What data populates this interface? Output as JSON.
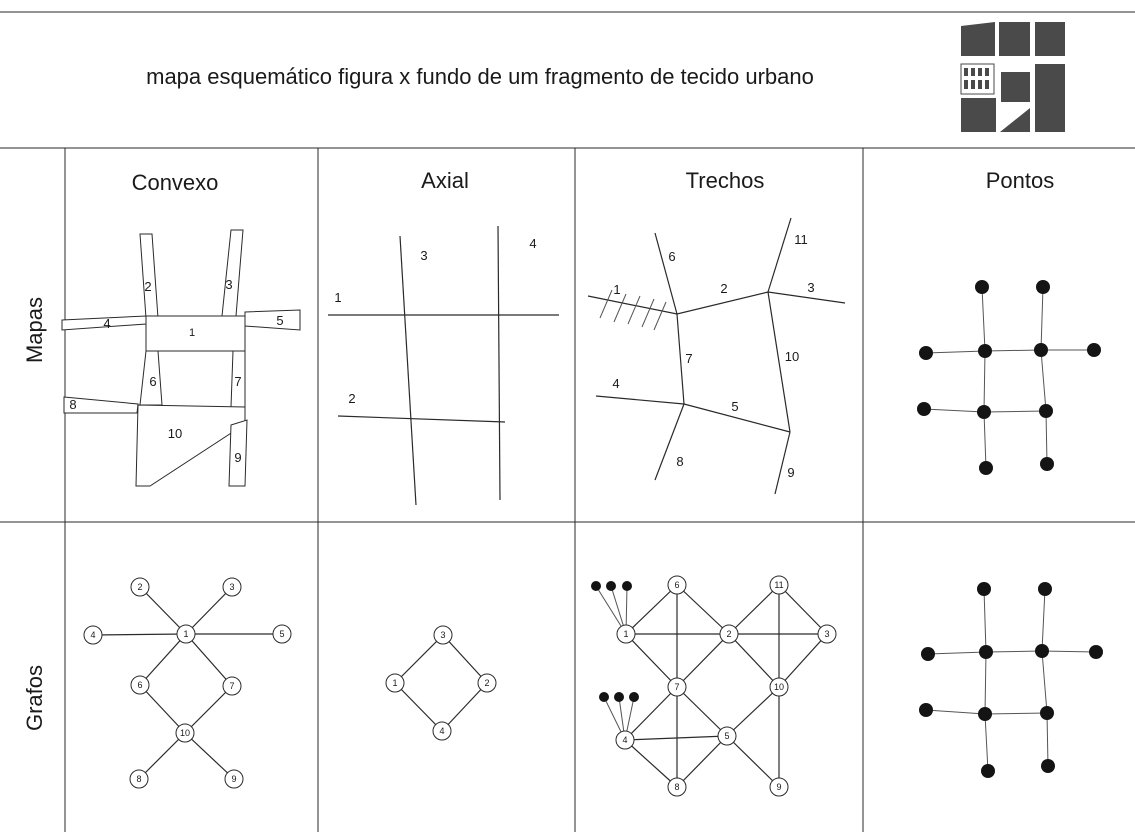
{
  "header": {
    "title": "mapa esquemático figura x fundo de um fragmento de tecido urbano"
  },
  "columns": [
    "Convexo",
    "Axial",
    "Trechos",
    "Pontos"
  ],
  "rows": [
    "Mapas",
    "Grafos"
  ],
  "convexo_map": {
    "spaces": [
      "1",
      "2",
      "3",
      "4",
      "5",
      "6",
      "7",
      "8",
      "9",
      "10"
    ]
  },
  "axial_map": {
    "lines": [
      "1",
      "2",
      "3",
      "4"
    ]
  },
  "trechos_map": {
    "segments": [
      "1",
      "2",
      "3",
      "4",
      "5",
      "6",
      "7",
      "8",
      "9",
      "10",
      "11"
    ]
  },
  "convexo_graph": {
    "nodes": [
      "1",
      "2",
      "3",
      "4",
      "5",
      "6",
      "7",
      "8",
      "9",
      "10"
    ],
    "edges": [
      [
        "1",
        "2"
      ],
      [
        "1",
        "3"
      ],
      [
        "1",
        "4"
      ],
      [
        "1",
        "5"
      ],
      [
        "1",
        "6"
      ],
      [
        "1",
        "7"
      ],
      [
        "6",
        "10"
      ],
      [
        "7",
        "10"
      ],
      [
        "10",
        "8"
      ],
      [
        "10",
        "9"
      ]
    ]
  },
  "axial_graph": {
    "nodes": [
      "1",
      "2",
      "3",
      "4"
    ],
    "edges": [
      [
        "1",
        "3"
      ],
      [
        "3",
        "2"
      ],
      [
        "2",
        "4"
      ],
      [
        "4",
        "1"
      ]
    ]
  },
  "trechos_graph": {
    "nodes": [
      "1",
      "2",
      "3",
      "4",
      "5",
      "6",
      "7",
      "8",
      "9",
      "10",
      "11"
    ],
    "edges": [
      [
        "1",
        "6"
      ],
      [
        "1",
        "2"
      ],
      [
        "1",
        "7"
      ],
      [
        "6",
        "2"
      ],
      [
        "6",
        "7"
      ],
      [
        "2",
        "11"
      ],
      [
        "2",
        "3"
      ],
      [
        "2",
        "10"
      ],
      [
        "2",
        "7"
      ],
      [
        "11",
        "3"
      ],
      [
        "11",
        "10"
      ],
      [
        "3",
        "10"
      ],
      [
        "7",
        "4"
      ],
      [
        "7",
        "5"
      ],
      [
        "7",
        "8"
      ],
      [
        "4",
        "5"
      ],
      [
        "4",
        "8"
      ],
      [
        "5",
        "8"
      ],
      [
        "5",
        "10"
      ],
      [
        "10",
        "9"
      ],
      [
        "5",
        "9"
      ]
    ]
  }
}
